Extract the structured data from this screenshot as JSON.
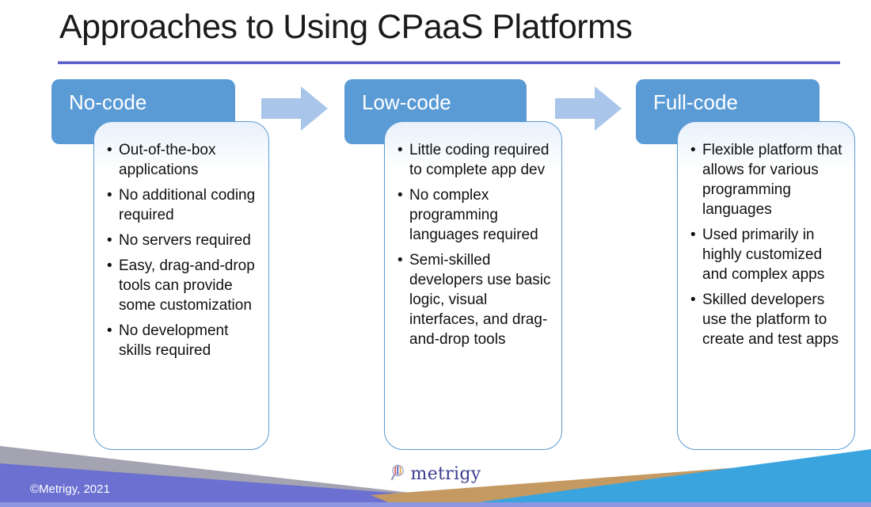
{
  "title": "Approaches to Using CPaaS Platforms",
  "columns": [
    {
      "header": "No-code",
      "bullets": [
        "Out-of-the-box applications",
        "No additional coding required",
        "No servers required",
        "Easy, drag-and-drop tools can provide some customization",
        "No development skills required"
      ]
    },
    {
      "header": "Low-code",
      "bullets": [
        "Little coding required to complete app dev",
        "No complex programming languages required",
        "Semi-skilled developers use basic logic, visual interfaces, and drag-and-drop tools"
      ]
    },
    {
      "header": "Full-code",
      "bullets": [
        "Flexible platform that allows for various programming languages",
        "Used primarily in highly customized and complex apps",
        "Skilled developers use the platform to create and test apps"
      ]
    }
  ],
  "footer": {
    "copyright": "©Metrigy, 2021",
    "logo_text": "metrigy"
  },
  "colors": {
    "header_box_blue": "#5B9BD5",
    "arrow_blue": "#A9C6EA",
    "title_rule_violet": "#5E62C8",
    "footer_purple": "#6B70D1",
    "footer_gray": "#A3A3B1",
    "footer_tan": "#C49A62",
    "footer_cyan": "#3AA4DF",
    "footer_strip": "#8D96E0",
    "logo_navy": "#3C3D8F"
  }
}
